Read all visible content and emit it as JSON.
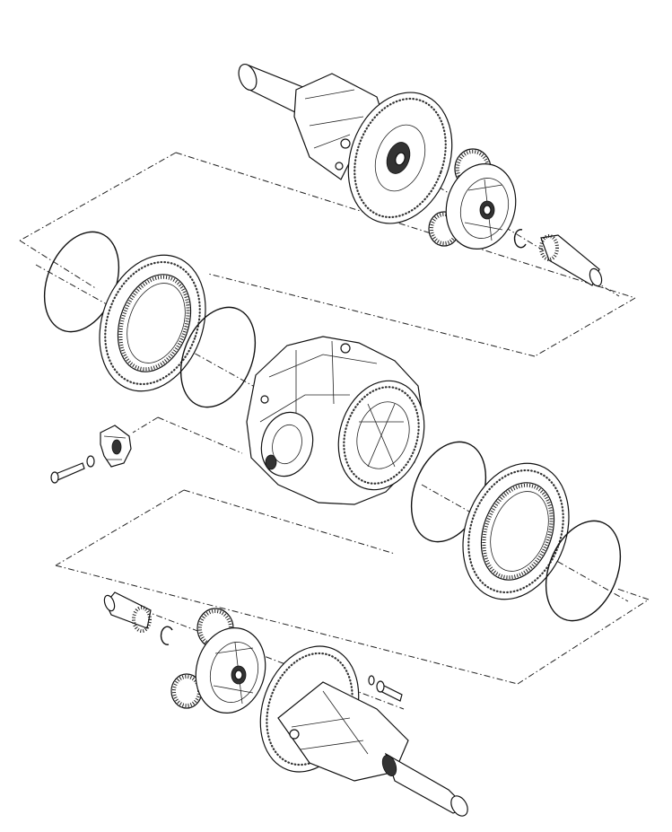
{
  "diagram": {
    "type": "exploded-view",
    "colors": {
      "line": "#111111",
      "background": "#ffffff"
    },
    "parts": [
      {
        "id": "upper-axle-housing"
      },
      {
        "id": "upper-planetary-carrier"
      },
      {
        "id": "upper-snap-ring"
      },
      {
        "id": "upper-sun-gear-shaft"
      },
      {
        "id": "upper-o-ring-outer"
      },
      {
        "id": "upper-ring-gear"
      },
      {
        "id": "upper-o-ring-inner"
      },
      {
        "id": "differential-center-housing"
      },
      {
        "id": "yoke-flange"
      },
      {
        "id": "yoke-washer"
      },
      {
        "id": "yoke-bolt"
      },
      {
        "id": "lower-o-ring-inner"
      },
      {
        "id": "lower-ring-gear"
      },
      {
        "id": "lower-o-ring-outer"
      },
      {
        "id": "lower-sun-gear-shaft"
      },
      {
        "id": "lower-snap-ring"
      },
      {
        "id": "lower-planetary-carrier"
      },
      {
        "id": "lower-axle-housing"
      },
      {
        "id": "lower-bolt"
      }
    ]
  }
}
